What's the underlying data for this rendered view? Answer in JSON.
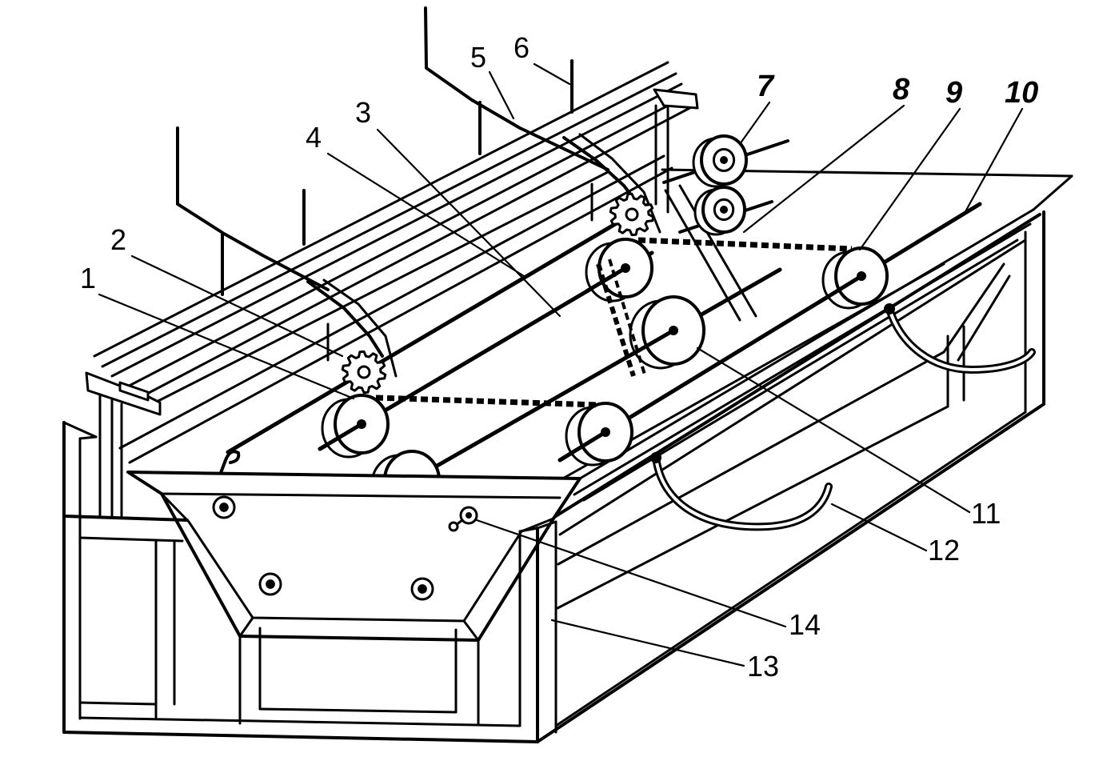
{
  "callouts": {
    "label_1": "1",
    "label_2": "2",
    "label_3": "3",
    "label_4": "4",
    "label_5": "5",
    "label_6": "6",
    "label_7": "7",
    "label_8": "8",
    "label_9": "9",
    "label_10": "10",
    "label_11": "11",
    "label_12": "12",
    "label_13": "13",
    "label_14": "14"
  },
  "colors": {
    "ink": "#000000",
    "paper": "#ffffff"
  }
}
